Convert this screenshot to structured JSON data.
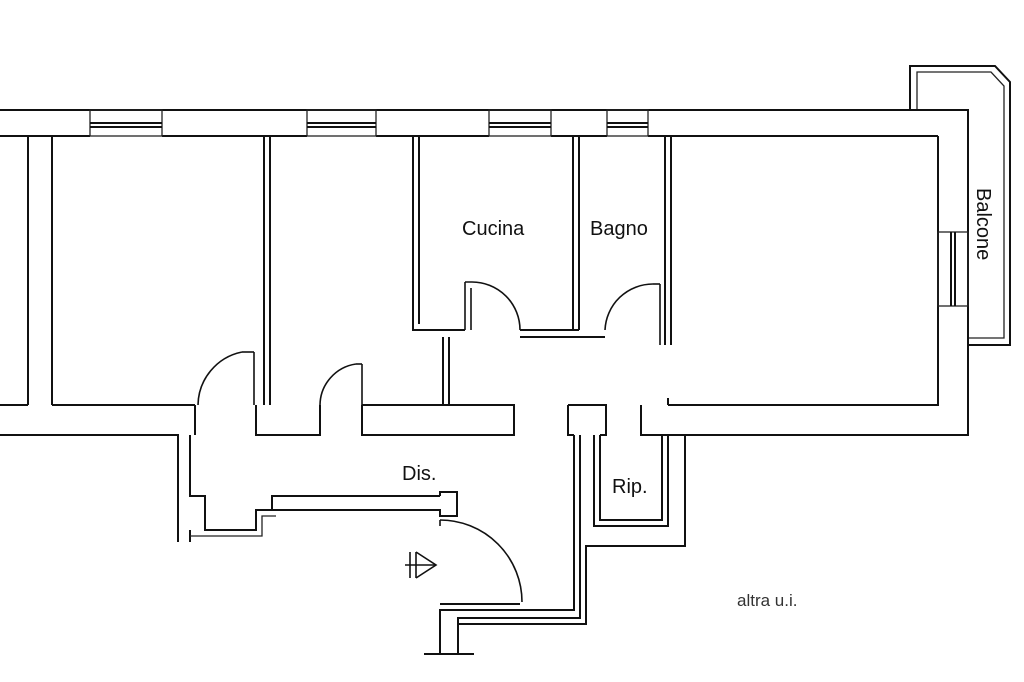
{
  "rooms": {
    "cucina": "Cucina",
    "bagno": "Bagno",
    "balcone": "Balcone",
    "dis": "Dis.",
    "rip": "Rip.",
    "altra": "altra u.i."
  }
}
